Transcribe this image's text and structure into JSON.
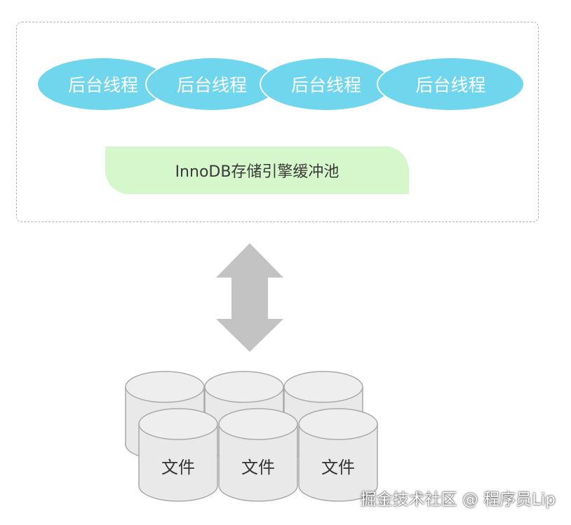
{
  "threads": [
    "后台线程",
    "后台线程",
    "后台线程",
    "后台线程"
  ],
  "buffer_pool": "InnoDB存储引擎缓冲池",
  "files": [
    "文件",
    "文件",
    "文件"
  ],
  "watermark": "掘金技术社区 @ 程序员Lip",
  "colors": {
    "thread_fill": "#6fd6ee",
    "pool_fill": "#d6f7cb",
    "arrow_fill": "#c3c3c3",
    "cylinder_fill": "#e9e9e9",
    "cylinder_stroke": "#a9a9a9",
    "frame_border": "#b0b0b0"
  }
}
